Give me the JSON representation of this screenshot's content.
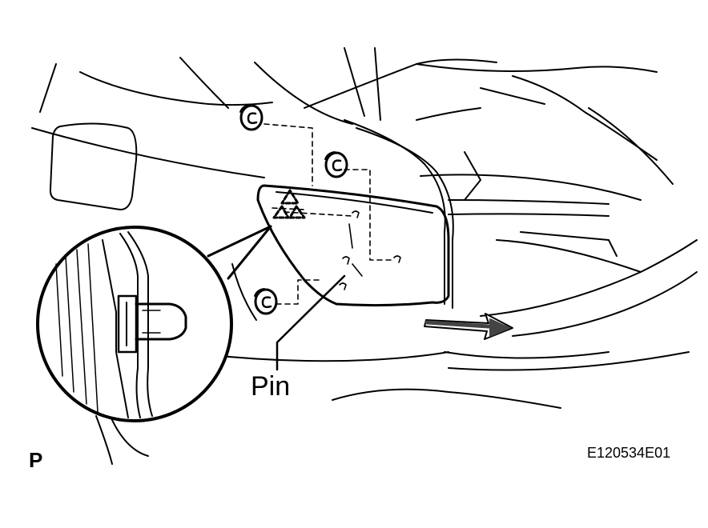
{
  "figure": {
    "callout_label": "Pin",
    "view_letter": "P",
    "figure_id": "E120534E01"
  },
  "colors": {
    "line": "#000000",
    "background": "#ffffff"
  },
  "icons": {
    "clip_nut": "clip-nut-icon",
    "pull_arrow": "pull-direction-arrow-icon",
    "pin_point_marker": "triangle-pin-marker-icon"
  }
}
